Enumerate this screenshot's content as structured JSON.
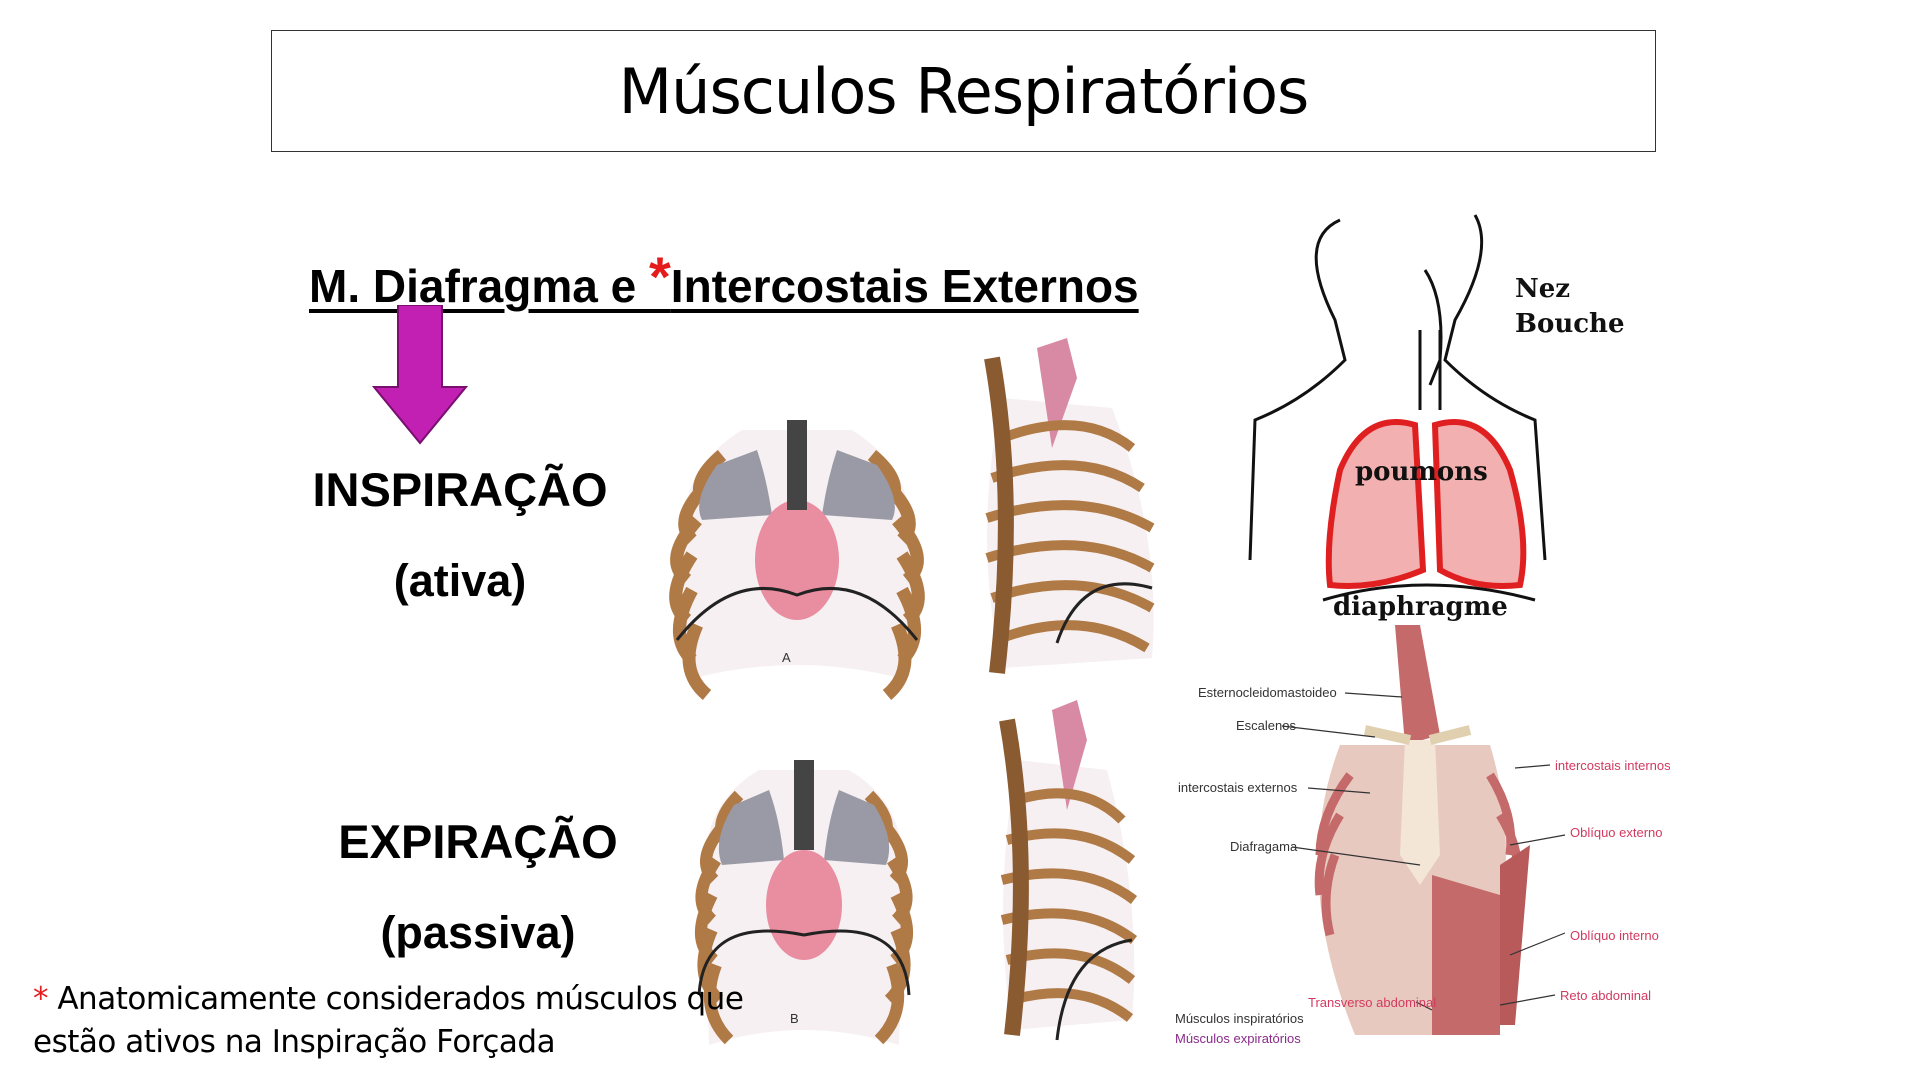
{
  "title": "Músculos Respiratórios",
  "subtitle": {
    "prefix": "M. Diafragma e ",
    "asterisk": "*",
    "suffix": "Intercostais Externos"
  },
  "inspiration": {
    "name": "INSPIRAÇÃO",
    "type": "(ativa)"
  },
  "expiration": {
    "name": "EXPIRAÇÃO",
    "type": "(passiva)"
  },
  "footnote": {
    "asterisk": "*",
    "line1": " Anatomicamente considerados músculos que",
    "line2": "estão ativos na Inspiração Forçada"
  },
  "thorax_labels": {
    "a": "A",
    "b": "B"
  },
  "lungs_diagram": {
    "nose": "Nez",
    "mouth": "Bouche",
    "lungs": "poumons",
    "diaphragm": "diaphragme"
  },
  "muscles_diagram": {
    "labels_left": [
      "Esternocleidomastoideo",
      "Escalenos",
      "intercostais externos",
      "Diafragama"
    ],
    "labels_right": [
      "intercostais internos",
      "Oblíquo externo",
      "Oblíquo interno",
      "Reto abdominal"
    ],
    "transverse": "Transverso abdominal",
    "legend_inspiratory": "Músculos inspiratórios",
    "legend_expiratory": "Músculos expiratórios"
  },
  "colors": {
    "arrow": "#c21fb3",
    "asterisk": "#e51c1c",
    "rib": "#b07a46",
    "lung_red": "#e02020",
    "muscle": "#c46a6a"
  }
}
